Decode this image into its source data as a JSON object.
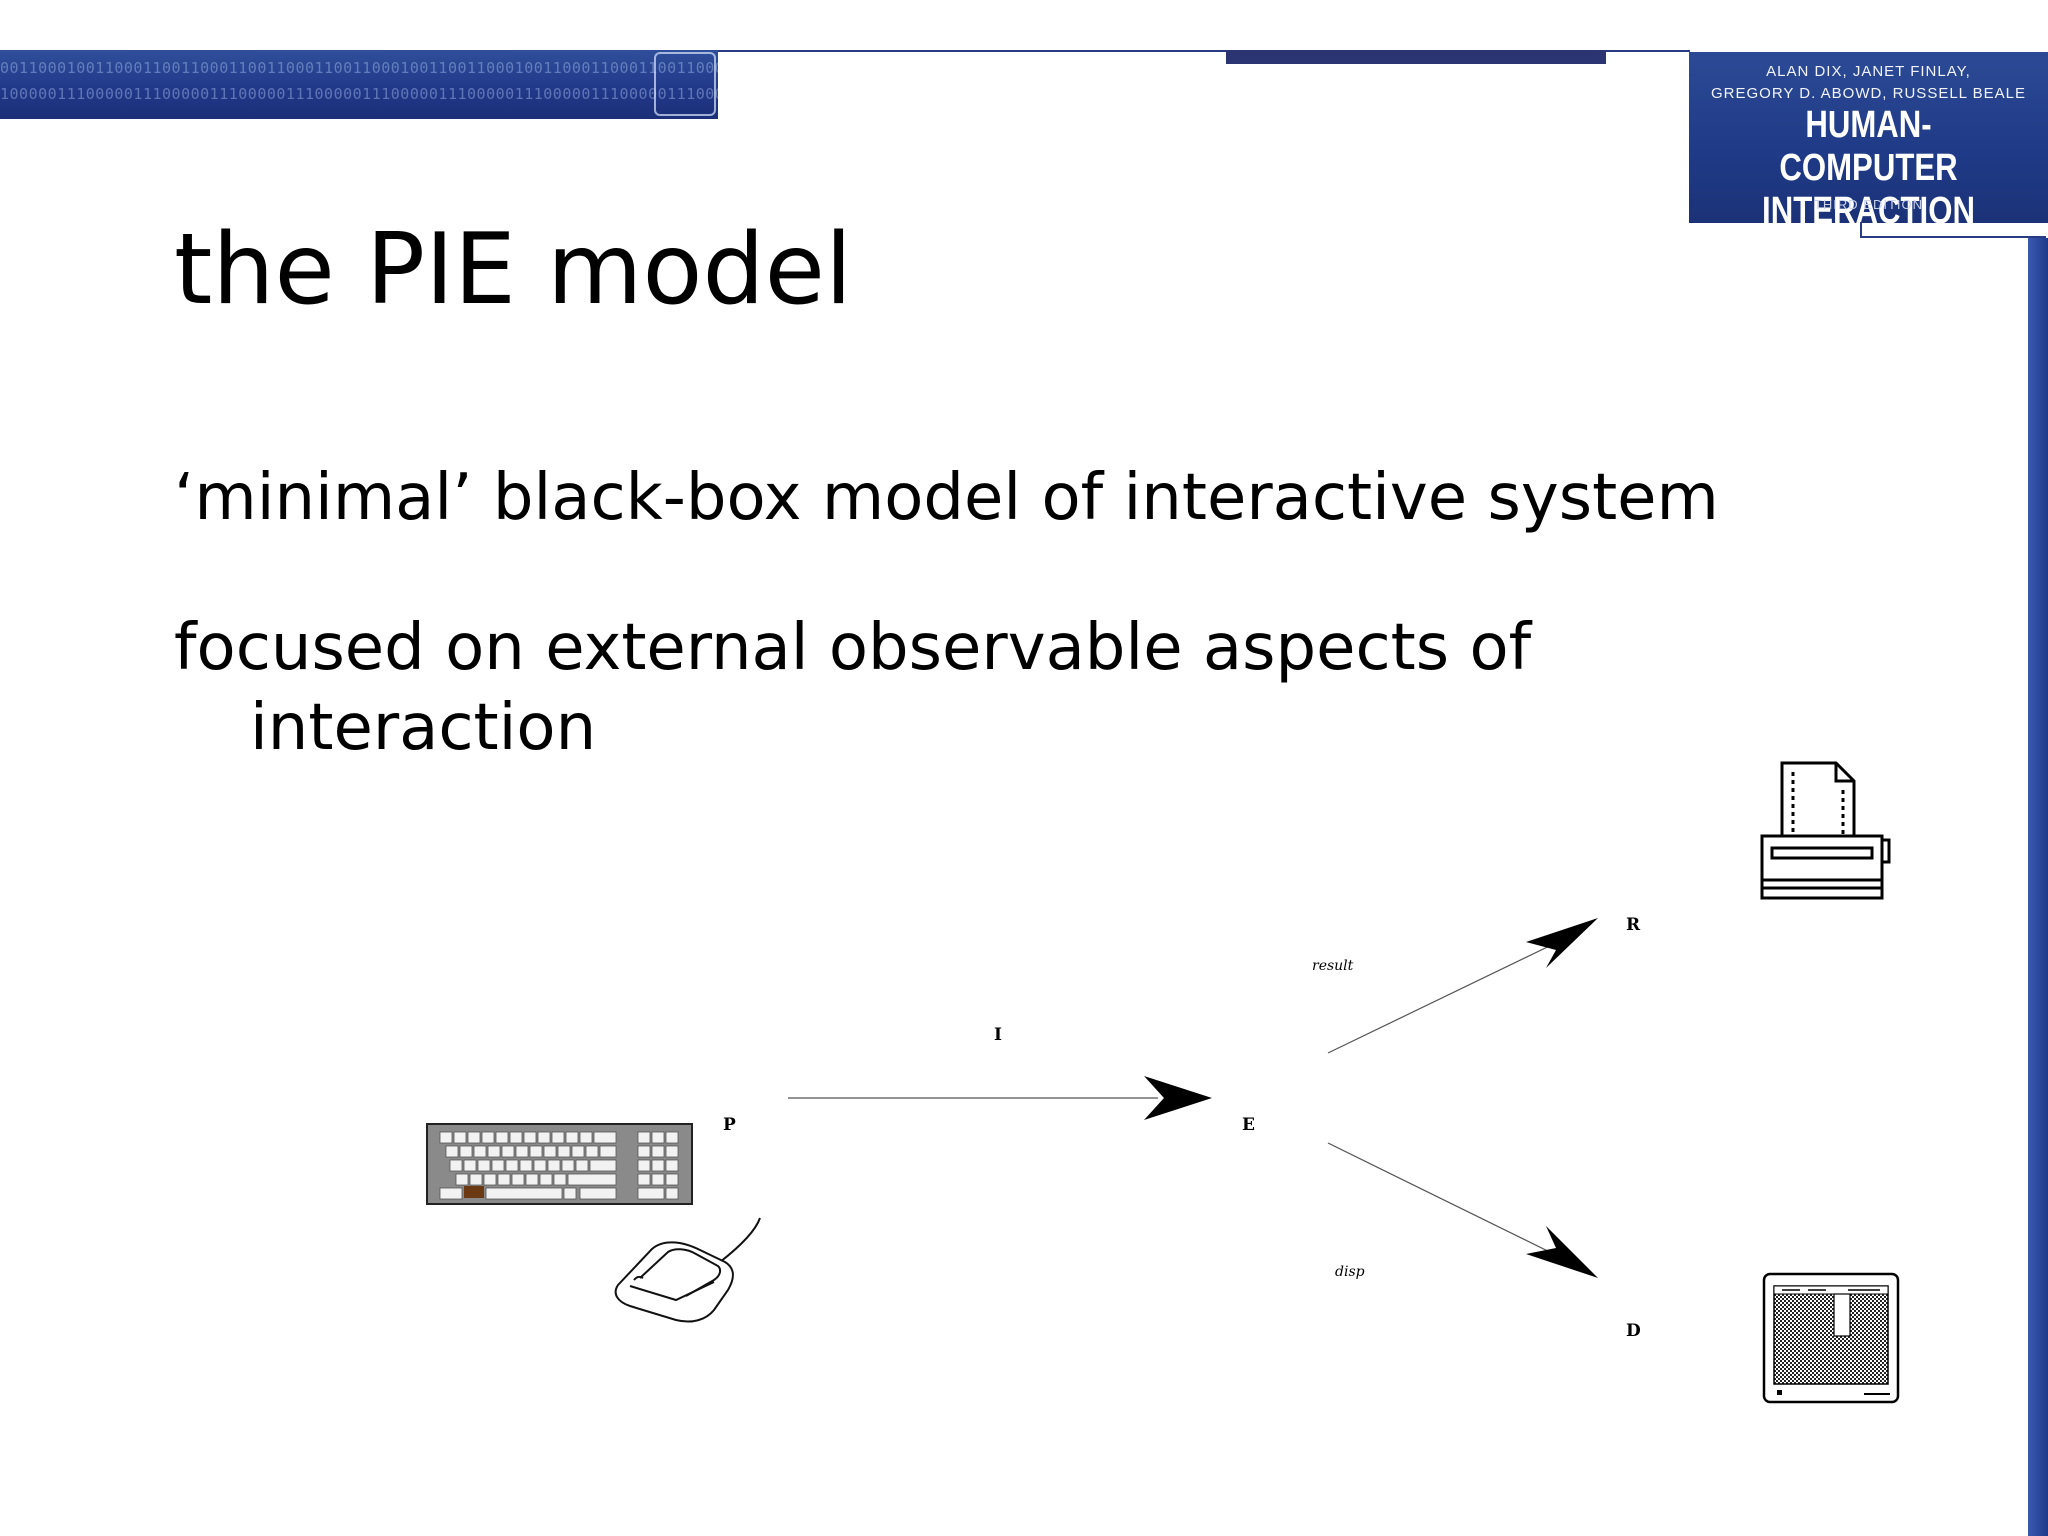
{
  "banner": {
    "binary_row_1": "0011000100110001100110001100110001100110001001100110001001100011000110011000",
    "binary_row_2": "1000001110000011100000111000001110000011100000111000001110000011100000111000"
  },
  "book_cover": {
    "authors_line_1": "ALAN DIX, JANET FINLAY,",
    "authors_line_2": "GREGORY D. ABOWD, RUSSELL BEALE",
    "title_line_1": "HUMAN-COMPUTER",
    "title_line_2": "INTERACTION",
    "edition": "THIRD EDITION"
  },
  "slide": {
    "title": "the PIE model",
    "bullets": [
      {
        "text": "‘minimal’ black-box model of interactive system"
      },
      {
        "line_1": "focused on external observable aspects of",
        "line_2": "interaction"
      }
    ]
  },
  "diagram": {
    "nodes": {
      "P": "P",
      "I": "I",
      "E": "E",
      "R": "R",
      "D": "D"
    },
    "edge_labels": {
      "result": "result",
      "disp": "disp"
    },
    "icons": [
      "keyboard-icon",
      "mouse-icon",
      "printer-icon",
      "monitor-icon"
    ]
  }
}
